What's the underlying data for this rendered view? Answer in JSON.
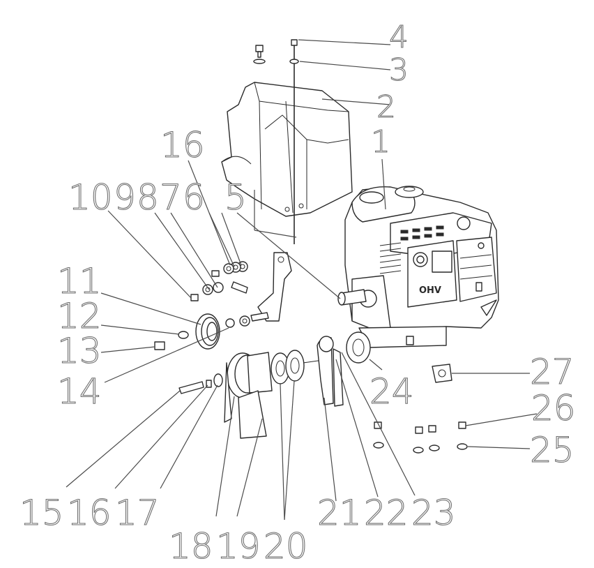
{
  "callouts": [
    {
      "id": "c1",
      "label": "1"
    },
    {
      "id": "c2",
      "label": "2"
    },
    {
      "id": "c3",
      "label": "3"
    },
    {
      "id": "c4",
      "label": "4"
    },
    {
      "id": "c5",
      "label": "5"
    },
    {
      "id": "c6",
      "label": "6"
    },
    {
      "id": "c7",
      "label": "7"
    },
    {
      "id": "c8",
      "label": "8"
    },
    {
      "id": "c9",
      "label": "9"
    },
    {
      "id": "c10",
      "label": "10"
    },
    {
      "id": "c11",
      "label": "11"
    },
    {
      "id": "c12",
      "label": "12"
    },
    {
      "id": "c13",
      "label": "13"
    },
    {
      "id": "c14",
      "label": "14"
    },
    {
      "id": "c15",
      "label": "15"
    },
    {
      "id": "c16a",
      "label": "16"
    },
    {
      "id": "c16b",
      "label": "16"
    },
    {
      "id": "c17",
      "label": "17"
    },
    {
      "id": "c18",
      "label": "18"
    },
    {
      "id": "c19",
      "label": "19"
    },
    {
      "id": "c20",
      "label": "20"
    },
    {
      "id": "c21",
      "label": "21"
    },
    {
      "id": "c22",
      "label": "22"
    },
    {
      "id": "c23",
      "label": "23"
    },
    {
      "id": "c24",
      "label": "24"
    },
    {
      "id": "c25",
      "label": "25"
    },
    {
      "id": "c26",
      "label": "26"
    },
    {
      "id": "c27",
      "label": "27"
    }
  ],
  "engine_badge": "OHV"
}
